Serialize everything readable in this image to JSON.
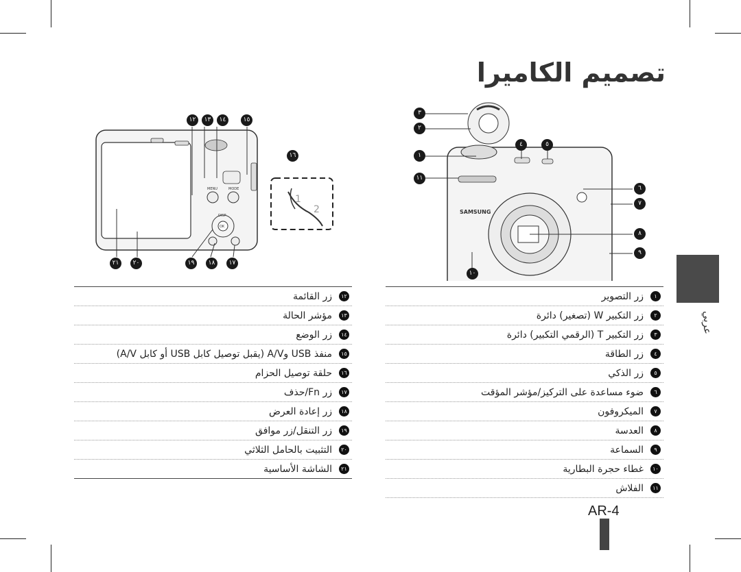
{
  "page": {
    "title": "تصميم الكاميرا",
    "page_number": "AR-4",
    "section_tab": "عربي"
  },
  "figures": {
    "back_callouts": [
      "١٢",
      "١٣",
      "١٤",
      "١٥",
      "١٦",
      "٢١",
      "٢٠",
      "١٩",
      "١٨",
      "١٧"
    ],
    "front_callouts": [
      "٣",
      "٢",
      "١",
      "٤",
      "٥",
      "١١",
      "٦",
      "٧",
      "٨",
      "٩",
      "١٠"
    ],
    "brand": "SAMSUNG",
    "button_labels": {
      "menu": "MENU",
      "mode": "MODE",
      "disp": "DISP",
      "ok": "OK"
    },
    "strap_steps": [
      "1",
      "2"
    ]
  },
  "right_list": [
    {
      "num": "١",
      "label": "زر التصوير"
    },
    {
      "num": "٢",
      "label": "زر التكبير W (تصغير) دائرة"
    },
    {
      "num": "٣",
      "label": "زر التكبير T (الرقمي التكبير) دائرة"
    },
    {
      "num": "٤",
      "label": "زر الطاقة"
    },
    {
      "num": "٥",
      "label": "زر الذكي"
    },
    {
      "num": "٦",
      "label": "ضوء مساعدة على التركيز/مؤشر المؤقت"
    },
    {
      "num": "٧",
      "label": "الميكروفون"
    },
    {
      "num": "٨",
      "label": "العدسة"
    },
    {
      "num": "٩",
      "label": "السماعة"
    },
    {
      "num": "١٠",
      "label": "غطاء حجرة البطارية"
    },
    {
      "num": "١١",
      "label": "الفلاش"
    }
  ],
  "left_list": [
    {
      "num": "١٢",
      "label": "زر القائمة"
    },
    {
      "num": "١٣",
      "label": "مؤشر الحالة"
    },
    {
      "num": "١٤",
      "label": "زر الوضع"
    },
    {
      "num": "١٥",
      "label": "منفذ USB وA/V (يقبل توصيل كابل USB أو كابل A/V)"
    },
    {
      "num": "١٦",
      "label": "حلقة توصيل الحزام"
    },
    {
      "num": "١٧",
      "label": "زر Fn/حذف"
    },
    {
      "num": "١٨",
      "label": "زر إعادة العرض"
    },
    {
      "num": "١٩",
      "label": "زر التنقل/زر موافق"
    },
    {
      "num": "٢٠",
      "label": "التثبيت بالحامل الثلاثي"
    },
    {
      "num": "٢١",
      "label": "الشاشة الأساسية"
    }
  ]
}
